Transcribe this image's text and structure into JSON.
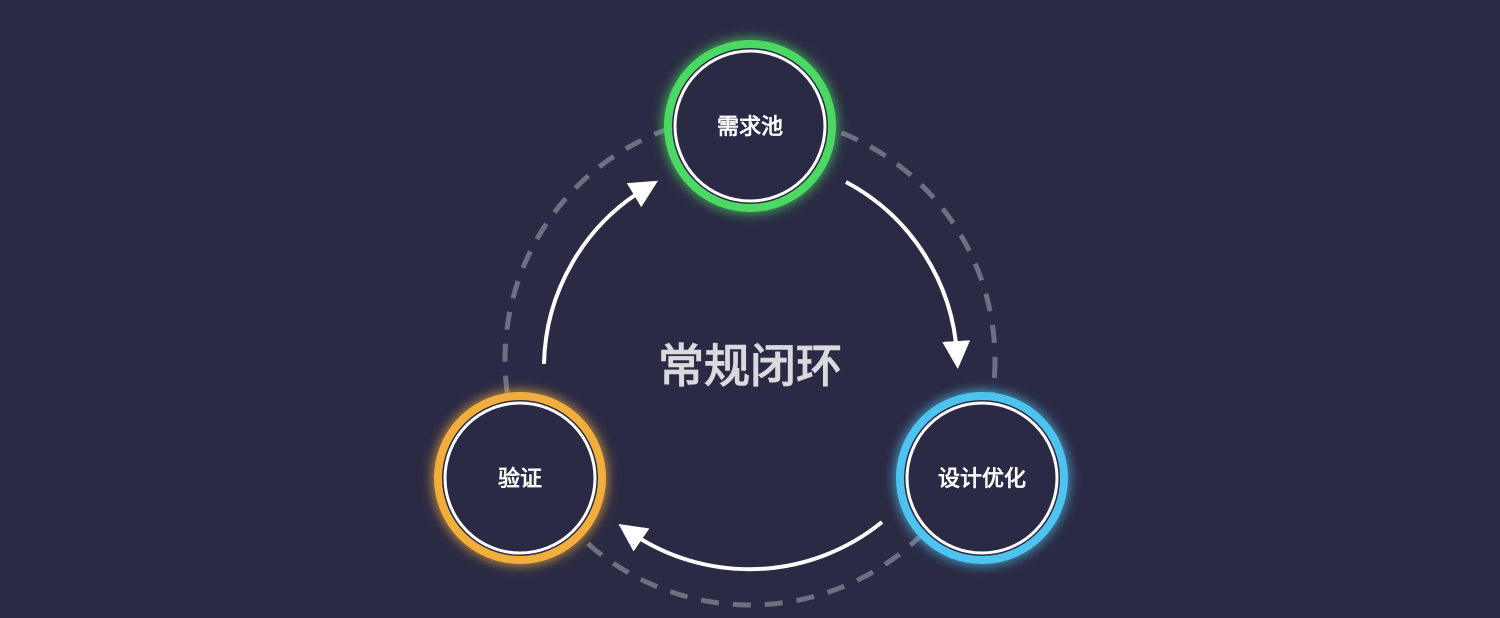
{
  "diagram": {
    "title": "常规闭环",
    "nodes": [
      {
        "id": "requirement-pool",
        "label": "需求池",
        "ring_color": "#4cd964"
      },
      {
        "id": "design-optimize",
        "label": "设计优化",
        "ring_color": "#4fc3f0"
      },
      {
        "id": "verify",
        "label": "验证",
        "ring_color": "#f2ae3d"
      }
    ],
    "flow": [
      {
        "from": "需求池",
        "to": "设计优化"
      },
      {
        "from": "设计优化",
        "to": "验证"
      },
      {
        "from": "验证",
        "to": "需求池"
      }
    ],
    "colors": {
      "background": "#2b2a44",
      "node_fill": "#2b2a44",
      "inner_ring": "#ffffff",
      "dashed_ring": "#6f6f82",
      "arrow": "#ffffff",
      "title": "#d9d9de"
    }
  }
}
